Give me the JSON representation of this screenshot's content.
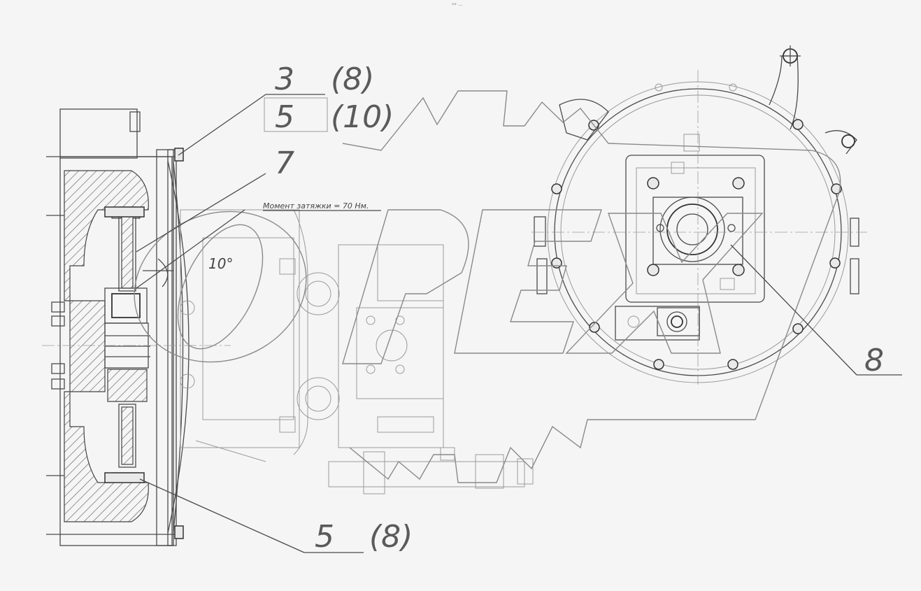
{
  "header": {
    "mark": "°° ···"
  },
  "callouts": [
    {
      "id": "c1",
      "text": "3"
    },
    {
      "id": "c2",
      "text": "(8)"
    },
    {
      "id": "c3",
      "text": "5"
    },
    {
      "id": "c4",
      "text": "(10)"
    },
    {
      "id": "c5",
      "text": "7"
    },
    {
      "id": "c6",
      "text": "5"
    },
    {
      "id": "c7",
      "text": "(8)"
    },
    {
      "id": "c8",
      "text": "8"
    }
  ],
  "notes": {
    "torque": "Момент затяжки = 70  Нм.",
    "angle": "10°"
  }
}
